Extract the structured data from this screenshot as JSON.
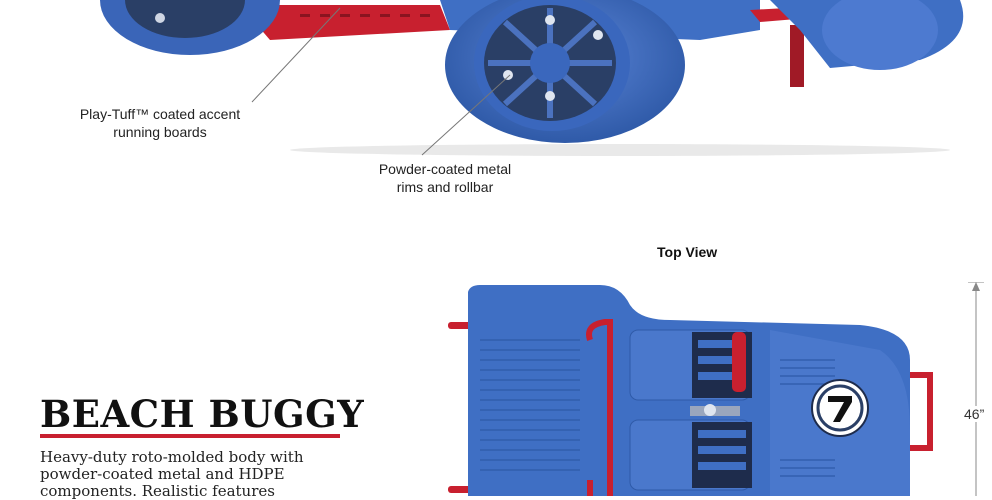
{
  "callouts": {
    "running_boards": {
      "line1": "Play-Tuff™ coated accent",
      "line2": "running boards"
    },
    "rims": {
      "line1": "Powder-coated metal",
      "line2": "rims and rollbar"
    }
  },
  "top_view": {
    "title": "Top View",
    "car_number": "7"
  },
  "product": {
    "title": "BEACH BUGGY",
    "description": [
      "Heavy-duty roto-molded body with",
      "powder-coated metal and HDPE",
      "components. Realistic features"
    ]
  },
  "dimension": {
    "height_label": "46”"
  },
  "colors": {
    "body_blue": "#3f6fc4",
    "accent_red": "#c8202f",
    "rim_dark": "#2a3f66"
  }
}
